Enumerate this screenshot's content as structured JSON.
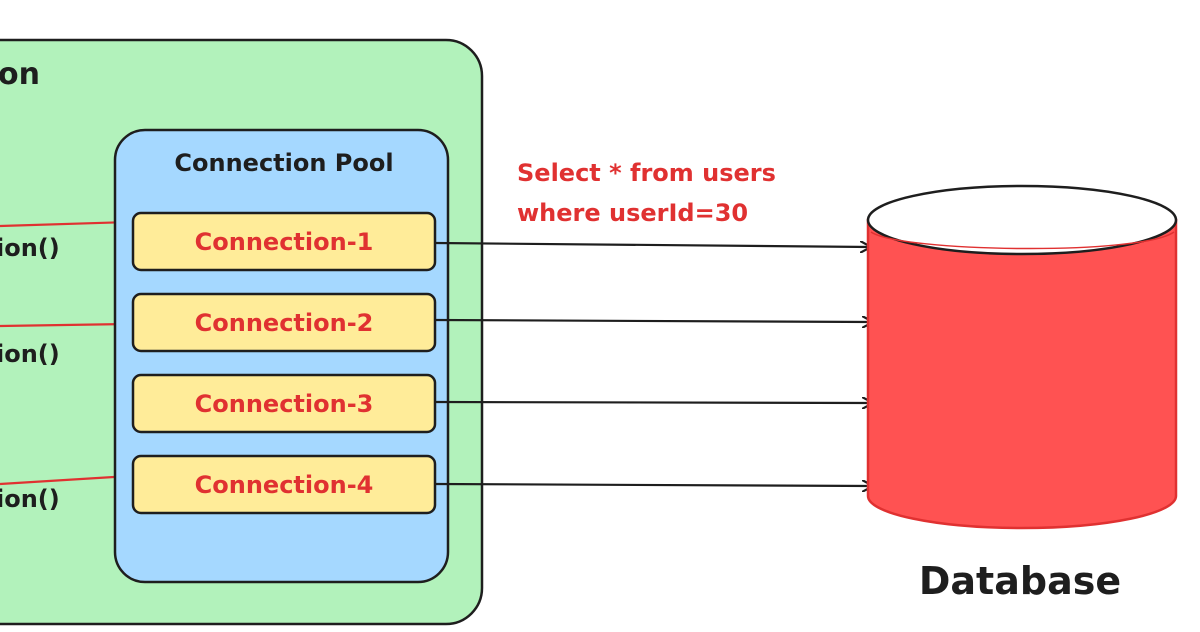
{
  "app_group": {
    "title_fragment": "on",
    "fill": "#b2f2bb",
    "calls": [
      {
        "label": "ion()"
      },
      {
        "label": "ion()"
      },
      {
        "label": "ion()"
      }
    ]
  },
  "pool": {
    "title": "Connection Pool",
    "fill": "#a5d8ff",
    "connections": [
      {
        "label": "Connection-1"
      },
      {
        "label": "Connection-2"
      },
      {
        "label": "Connection-3"
      },
      {
        "label": "Connection-4"
      }
    ],
    "connection_fill": "#ffec99",
    "connection_text_color": "#e03131"
  },
  "query": {
    "line1": "Select * from users",
    "line2": "where userId=30",
    "color": "#e03131"
  },
  "database": {
    "label": "Database",
    "fill": "#ff5252",
    "top_fill": "#ffffff"
  },
  "colors": {
    "stroke": "#1e1e1e",
    "request_arrow": "#e03131"
  }
}
